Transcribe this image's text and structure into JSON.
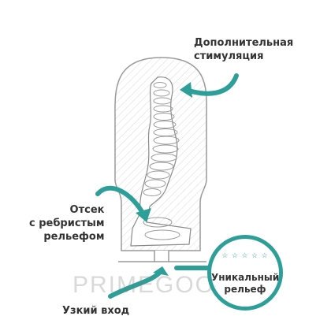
{
  "labels": {
    "extra_stimulation": [
      "Дополнительная",
      "стимуляция"
    ],
    "ribbed_chamber": [
      "Отсек",
      "с ребристым",
      "рельефом"
    ],
    "narrow_entrance": "Узкий вход"
  },
  "badge": {
    "lines": [
      "Уникальный",
      "рельеф"
    ],
    "stars": "☆ ☆ ☆ ☆ ☆"
  },
  "watermark": "PRIMEGOODS",
  "colors": {
    "accent": "#2e9f98",
    "text": "#333333",
    "outline": "#9a9a9a"
  }
}
